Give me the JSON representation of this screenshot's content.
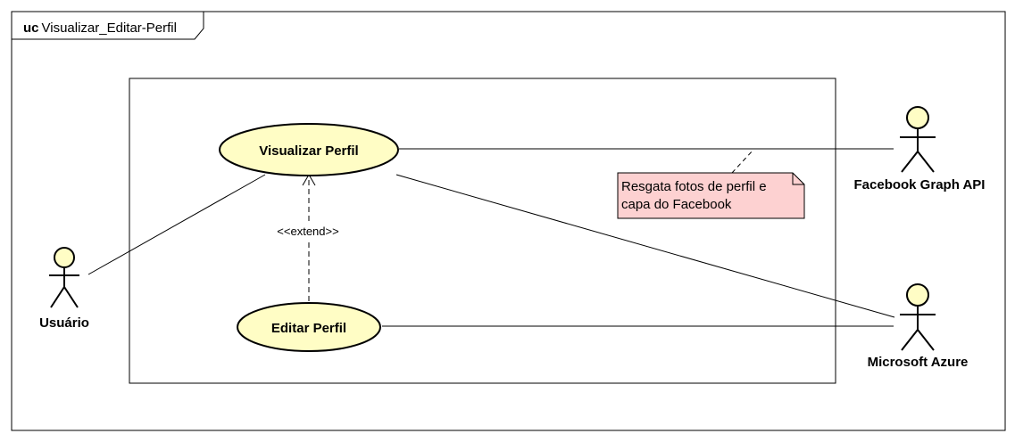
{
  "frame": {
    "keyword": "uc",
    "name": "Visualizar_Editar-Perfil"
  },
  "use_cases": {
    "view_profile": "Visualizar Perfil",
    "edit_profile": "Editar Perfil"
  },
  "actors": {
    "user": "Usuário",
    "facebook": "Facebook Graph API",
    "azure": "Microsoft Azure"
  },
  "relationships": {
    "extend_label": "<<extend>>"
  },
  "note": {
    "line1": "Resgata fotos de perfil e",
    "line2": "capa do Facebook"
  },
  "colors": {
    "use_case_fill": "#fffdc5",
    "actor_fill": "#fffdc5",
    "note_fill": "#fdd1d1",
    "stroke": "#000000"
  }
}
